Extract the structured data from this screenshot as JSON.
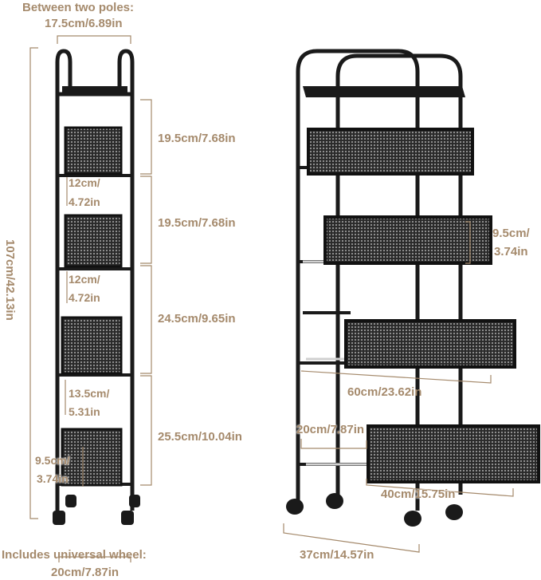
{
  "colors": {
    "dimension": "#a58a6c",
    "frame": "#1a1a1a",
    "mesh": "#3a3a3a",
    "chrome": "#d9d9d9"
  },
  "labels": {
    "poles_title": "Between two poles:",
    "poles_value": "17.5cm/6.89in",
    "height_total": "107cm/42.13in",
    "gap1": "19.5cm/7.68in",
    "gap2": "19.5cm/7.68in",
    "gap3": "24.5cm/9.65in",
    "gap4": "25.5cm/10.04in",
    "basket1_depth_a": "12cm/",
    "basket1_depth_b": "4.72in",
    "basket2_depth_a": "12cm/",
    "basket2_depth_b": "4.72in",
    "basket3_depth_a": "13.5cm/",
    "basket3_depth_b": "5.31in",
    "basket4_height_a": "9.5cm/",
    "basket4_height_b": "3.74in",
    "basket_height_a": "9.5cm/",
    "basket_height_b": "3.74in",
    "extended_width": "60cm/23.62in",
    "inner_width": "20cm/7.87in",
    "basket_width": "40cm/15.75in",
    "base_width": "37cm/14.57in",
    "wheel_title": "Includes universal wheel:",
    "wheel_value": "20cm/7.87in"
  }
}
